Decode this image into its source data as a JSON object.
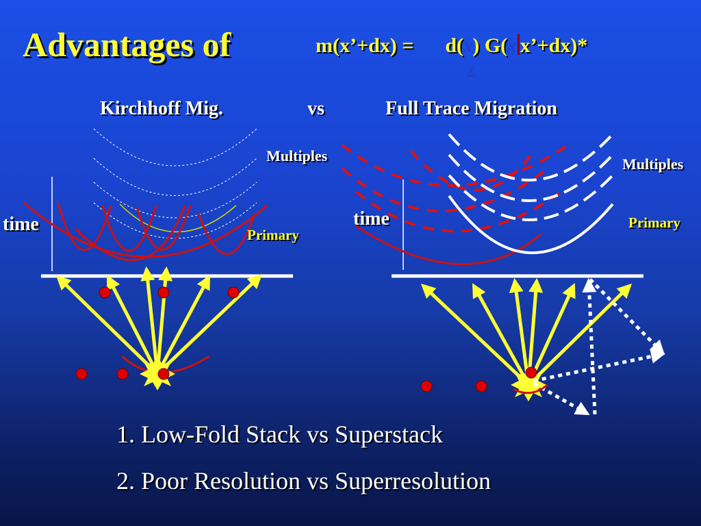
{
  "slide": {
    "title": "Advantages of",
    "formula": {
      "lhs": "m(x’+dx) =",
      "d_open": "d(",
      "x1": "x",
      "d_close": ") G(",
      "x2": "x",
      "tail": "x’+dx)*",
      "sum_index": "x"
    },
    "headings": {
      "left": "Kirchhoff Mig.",
      "vs": "vs",
      "right": "Full Trace Migration"
    },
    "left_panel": {
      "time_label": "time",
      "multiples_label": "Multiples",
      "primary_label": "Primary"
    },
    "right_panel": {
      "time_label": "time",
      "multiples_label": "Multiples",
      "primary_label": "Primary"
    },
    "bullets": [
      "1. Low-Fold Stack vs Superstack",
      "2. Poor Resolution vs Superresolution"
    ]
  },
  "colors": {
    "title_text": "#ffff33",
    "primary_curve_kirchhoff": "#cc1111",
    "primary_curve_full": "#ffffff",
    "multiples_full": "#ffffff",
    "ray_arrow": "#ffff33",
    "point_dot": "#dd0000",
    "receiver_line": "#ffffff",
    "background_top": "#1b4fe6",
    "background_bottom": "#071548"
  }
}
